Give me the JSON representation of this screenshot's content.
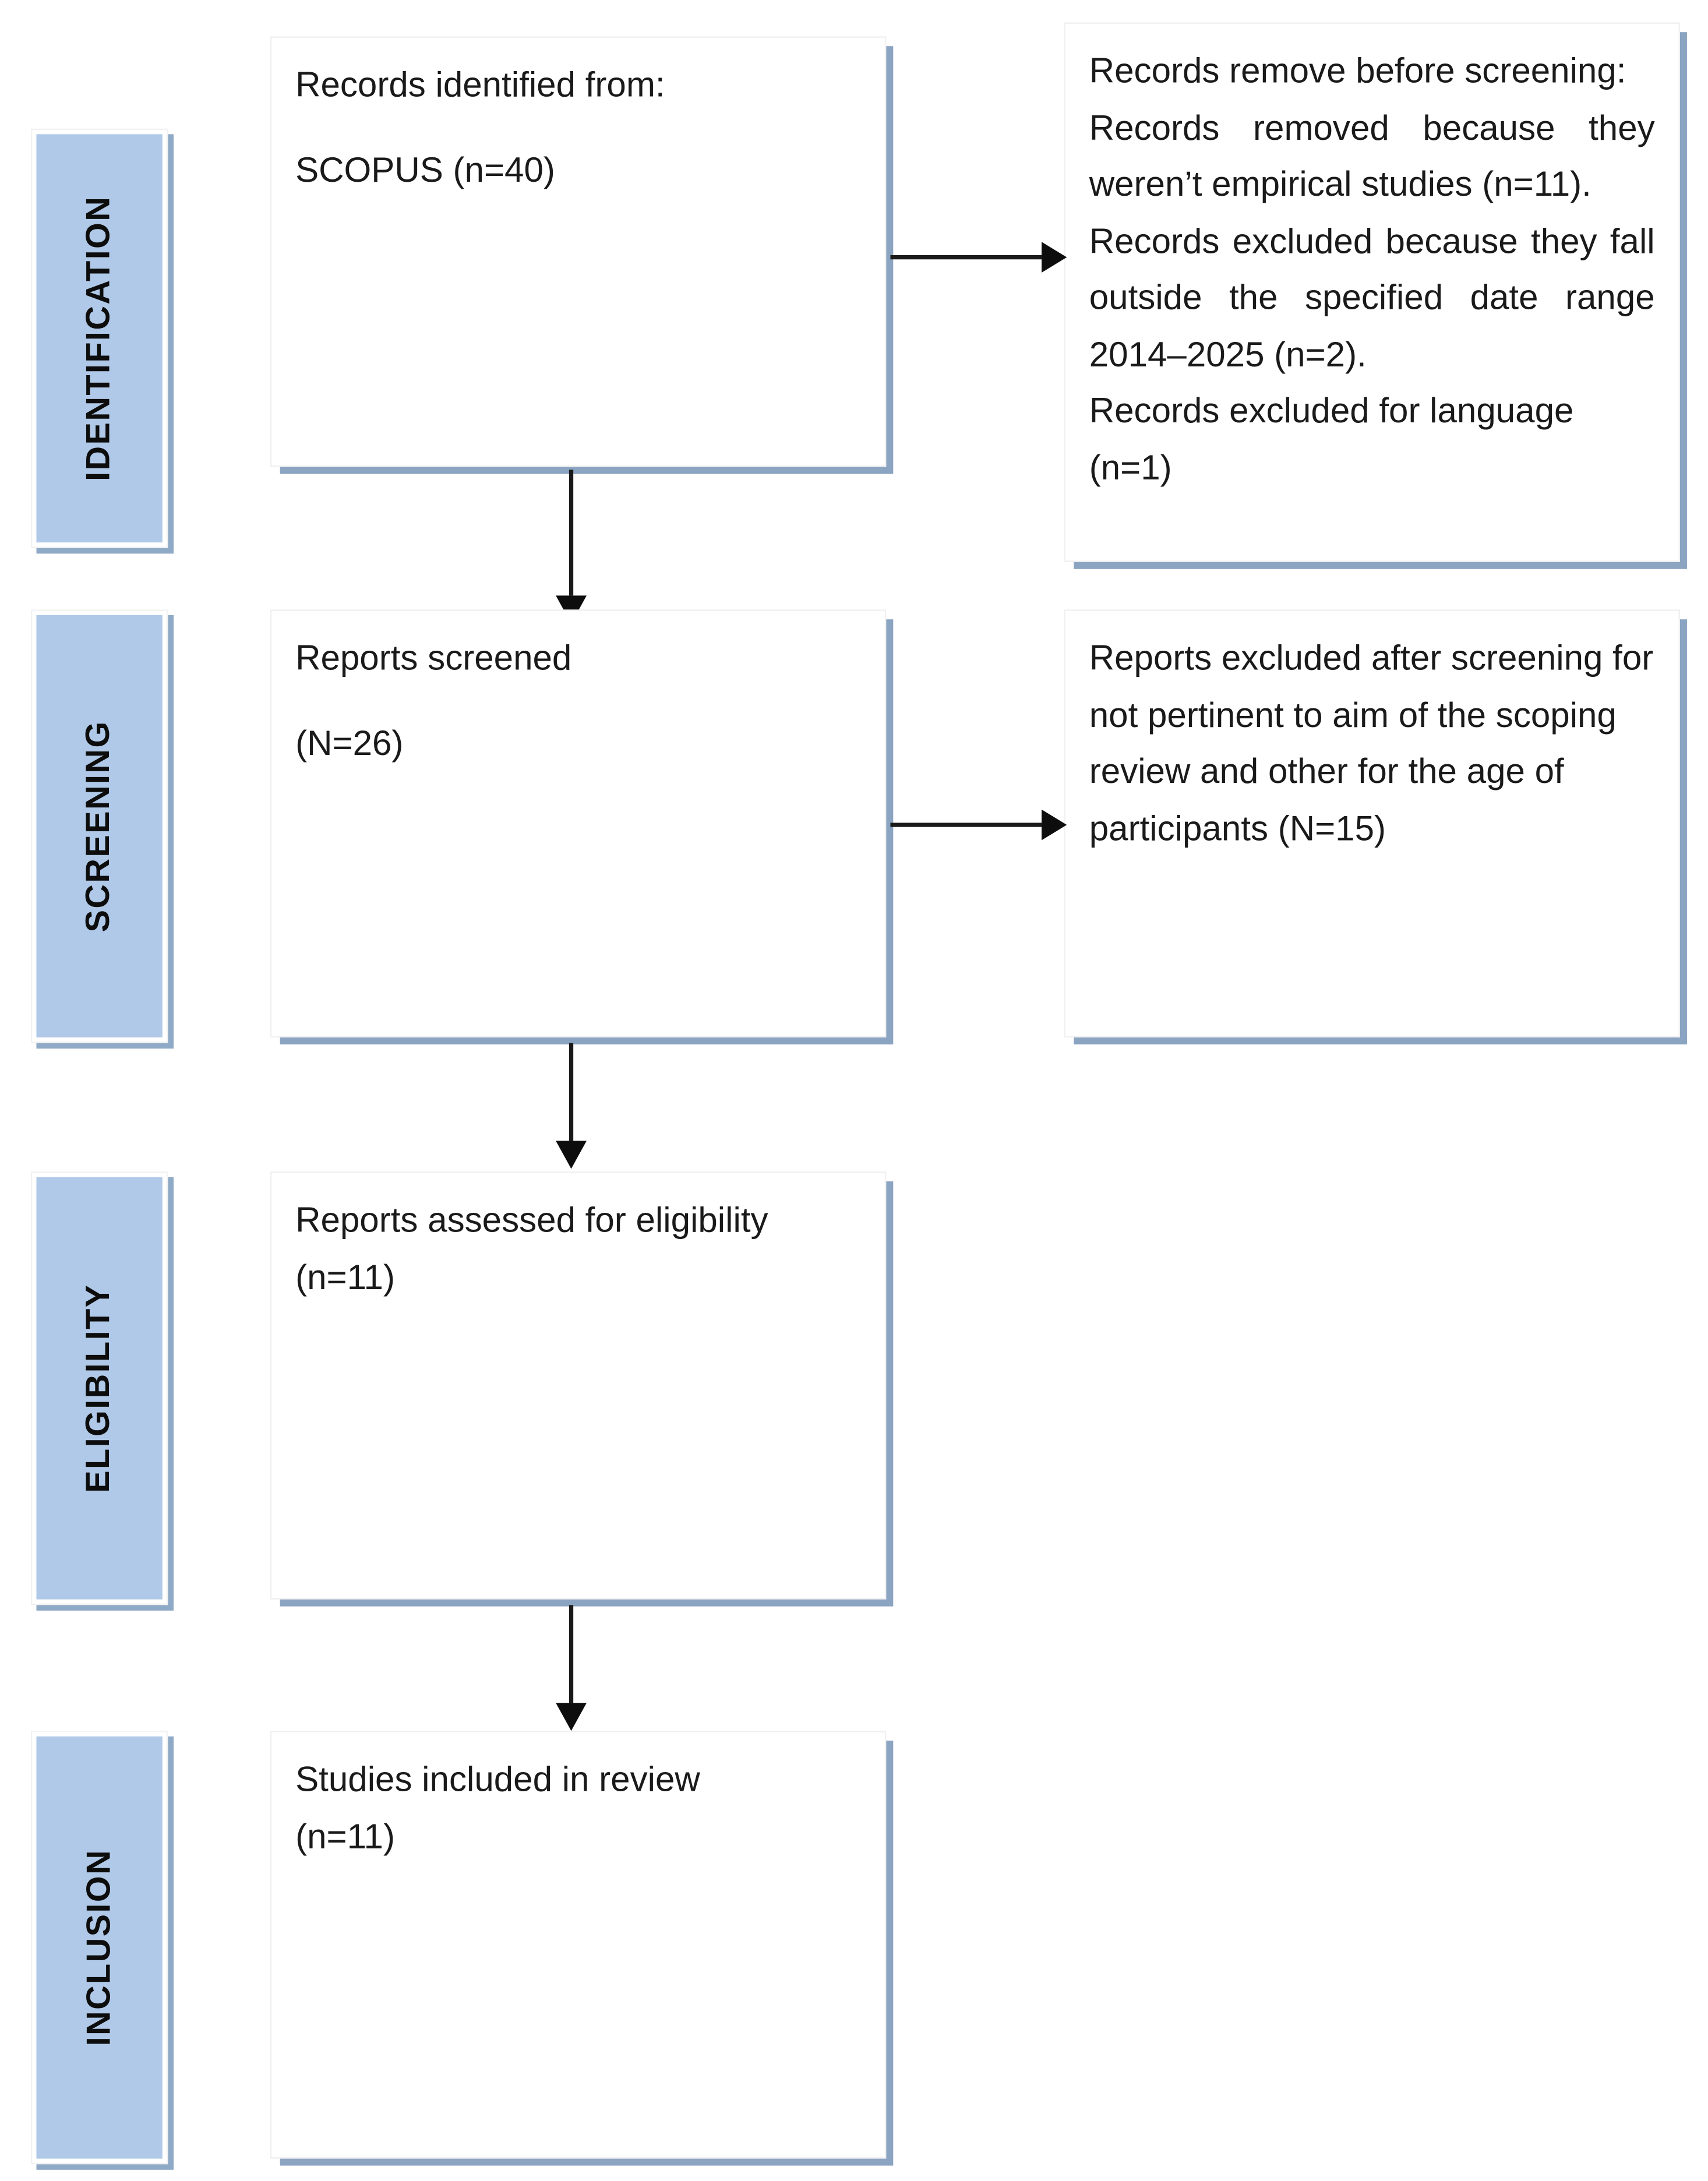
{
  "diagram": {
    "title": "PRISMA flow diagram",
    "accent_blue": "#b0c9e8",
    "shadow_blue": "#8ba4c2",
    "border_grey": "#f0f0f0",
    "text_color": "#1a1a1a",
    "background": "#ffffff"
  },
  "stages": [
    {
      "id": "identification",
      "label": "IDENTIFICATION"
    },
    {
      "id": "screening",
      "label": "SCREENING"
    },
    {
      "id": "eligibility",
      "label": "ELIGIBILITY"
    },
    {
      "id": "inclusion",
      "label": "INCLUSION"
    }
  ],
  "boxes": {
    "records_identified": {
      "line1": "Records identified from:",
      "line2": "SCOPUS (n=40)"
    },
    "records_removed": {
      "line1": "Records remove before screening:",
      "line2": "Records removed because they weren’t empirical studies (n=11).",
      "line3": "Records excluded because they fall outside the specified date range 2014–2025 (n=2).",
      "line4": "Records excluded for language (n=1)"
    },
    "reports_screened": {
      "line1": "Reports screened",
      "line2": "(N=26)"
    },
    "reports_excluded": {
      "line1": "Reports excluded after screening for not pertinent to aim of the scoping review and other for the age of participants (N=15)"
    },
    "reports_assessed": {
      "line1": "Reports assessed for eligibility (n=11)"
    },
    "studies_included": {
      "line1": "Studies included in review",
      "line2": "(n=11)"
    }
  },
  "counts": {
    "identified_scopus": 40,
    "removed_not_empirical": 11,
    "removed_date_range": 2,
    "removed_language": 1,
    "screened": 26,
    "excluded_after_screening": 15,
    "assessed_for_eligibility": 11,
    "included_in_review": 11,
    "date_range": "2014–2025"
  }
}
